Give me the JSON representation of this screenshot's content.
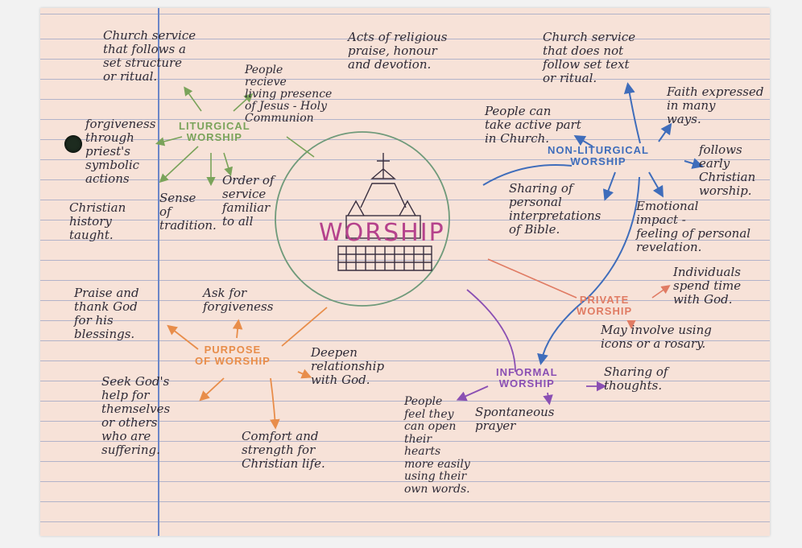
{
  "colors": {
    "paper": "#f7e2d8",
    "rule": "#7a8cbe",
    "margin": "#6b86c8",
    "ink": "#2e2a36",
    "liturgical": "#7aa35a",
    "non_liturgical": "#3f6dbb",
    "purpose": "#e88d4a",
    "private": "#e07b63",
    "informal": "#8a4fb3",
    "centre": "#b5428c"
  },
  "centre": {
    "title": "WORSHIP"
  },
  "top": {
    "text": "Acts of religious\npraise, honour\nand devotion."
  },
  "liturgical": {
    "title": "LITURGICAL\nWORSHIP",
    "notes": {
      "set_structure": "Church service\nthat follows a\nset structure\nor ritual.",
      "holy_communion": "People\nrecieve\nliving presence\nof Jesus - Holy\nCommunion",
      "forgiveness": "forgiveness\nthrough\npriest's\nsymbolic\nactions",
      "order": "Order of\nservice\nfamiliar\nto all",
      "tradition": "Sense\nof\ntradition.",
      "history": "Christian\nhistory\ntaught."
    }
  },
  "non_liturgical": {
    "title": "NON-LITURGICAL\nWORSHIP",
    "notes": {
      "no_set_text": "Church service\nthat does not\nfollow set text\nor ritual.",
      "faith": "Faith expressed\nin many\nways.",
      "active_part": "People can\ntake active part\nin Church.",
      "early": "follows\nearly\nChristian\nworship.",
      "sharing": "Sharing of\npersonal\ninterpretations\nof Bible.",
      "emotional": "Emotional\nimpact -\nfeeling of personal\nrevelation."
    }
  },
  "private": {
    "title": "PRIVATE\nWORSHIP",
    "notes": {
      "individuals": "Individuals\nspend time\nwith God.",
      "icons": "May involve using\nicons or a rosary."
    }
  },
  "informal": {
    "title": "INFORMAL\nWORSHIP",
    "notes": {
      "thoughts": "Sharing of\nthoughts.",
      "spontaneous": "Spontaneous\nprayer",
      "hearts": "People\nfeel they\ncan open\ntheir\nhearts\nmore easily\nusing their\nown words."
    }
  },
  "purpose": {
    "title": "PURPOSE\nOF WORSHIP",
    "notes": {
      "praise": "Praise and\nthank God\nfor his\nblessings.",
      "ask": "Ask for\nforgiveness",
      "deepen": "Deepen\nrelationship\nwith God.",
      "seek": "Seek God's\nhelp for\nthemselves\nor others\nwho are\nsuffering.",
      "comfort": "Comfort and\nstrength for\nChristian life."
    }
  }
}
